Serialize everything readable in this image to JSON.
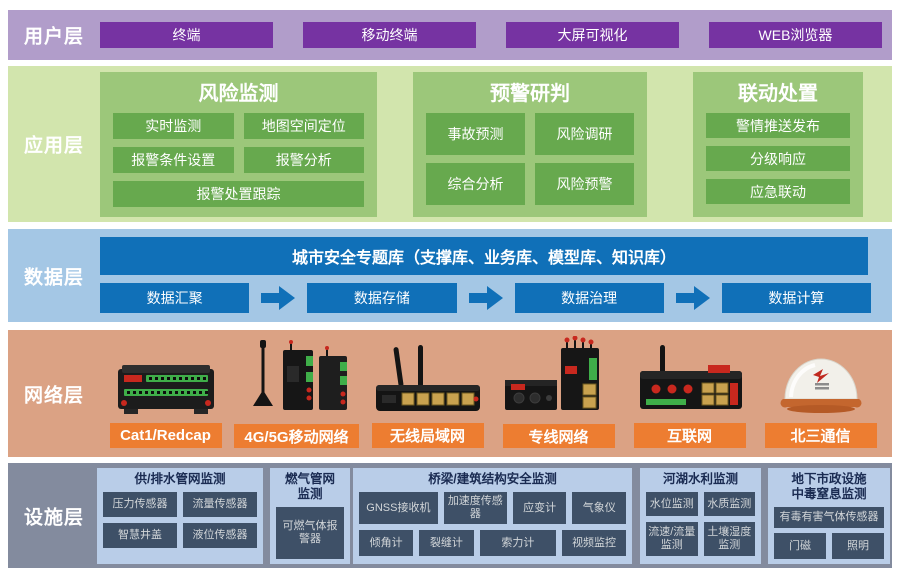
{
  "colors": {
    "user_band": "#b19dca",
    "user_item": "#7633a2",
    "app_band": "#d2e5ad",
    "app_group": "#9cc77a",
    "app_item": "#67a94e",
    "data_band": "#a4c7e5",
    "data_primary": "#1070b8",
    "network_band": "#dba284",
    "network_label": "#ed7d31",
    "facility_band": "#838b9e",
    "facility_group": "#b9cde8",
    "facility_item": "#3e5067"
  },
  "layers": {
    "user": {
      "label": "用户层",
      "items": [
        "终端",
        "移动终端",
        "大屏可视化",
        "WEB浏览器"
      ]
    },
    "app": {
      "label": "应用层",
      "groups": [
        {
          "title": "风险监测",
          "items": [
            "实时监测",
            "地图空间定位",
            "报警条件设置",
            "报警分析",
            "报警处置跟踪"
          ]
        },
        {
          "title": "预警研判",
          "items": [
            "事故预测",
            "风险调研",
            "综合分析",
            "风险预警"
          ]
        },
        {
          "title": "联动处置",
          "items": [
            "警情推送发布",
            "分级响应",
            "应急联动"
          ]
        }
      ]
    },
    "data": {
      "label": "数据层",
      "main_db": "城市安全专题库（支撑库、业务库、模型库、知识库）",
      "flow": [
        "数据汇聚",
        "数据存储",
        "数据治理",
        "数据计算"
      ]
    },
    "network": {
      "label": "网络层",
      "items": [
        {
          "name": "Cat1/Redcap",
          "icon": "rtu-device-icon"
        },
        {
          "name": "4G/5G移动网络",
          "icon": "cellular-router-icon"
        },
        {
          "name": "无线局域网",
          "icon": "wifi-router-icon"
        },
        {
          "name": "专线网络",
          "icon": "leased-line-router-icon"
        },
        {
          "name": "互联网",
          "icon": "internet-router-icon"
        },
        {
          "name": "北三通信",
          "icon": "beidou-dome-antenna-icon"
        }
      ]
    },
    "facility": {
      "label": "设施层",
      "groups": [
        {
          "title": "供/排水管网监测",
          "items": [
            "压力传感器",
            "流量传感器",
            "智慧井盖",
            "液位传感器"
          ]
        },
        {
          "title": "燃气管网监测",
          "items": [
            "可燃气体报警器"
          ]
        },
        {
          "title": "桥梁/建筑结构安全监测",
          "items": [
            "GNSS接收机",
            "加速度传感器",
            "应变计",
            "气象仪",
            "倾角计",
            "裂缝计",
            "索力计",
            "视频监控"
          ]
        },
        {
          "title": "河湖水利监测",
          "items": [
            "水位监测",
            "水质监测",
            "流速/流量监测",
            "土壤湿度监测"
          ]
        },
        {
          "title": "地下市政设施中毒窒息监测",
          "items": [
            "有毒有害气体传感器",
            "门磁",
            "照明"
          ]
        }
      ]
    }
  }
}
